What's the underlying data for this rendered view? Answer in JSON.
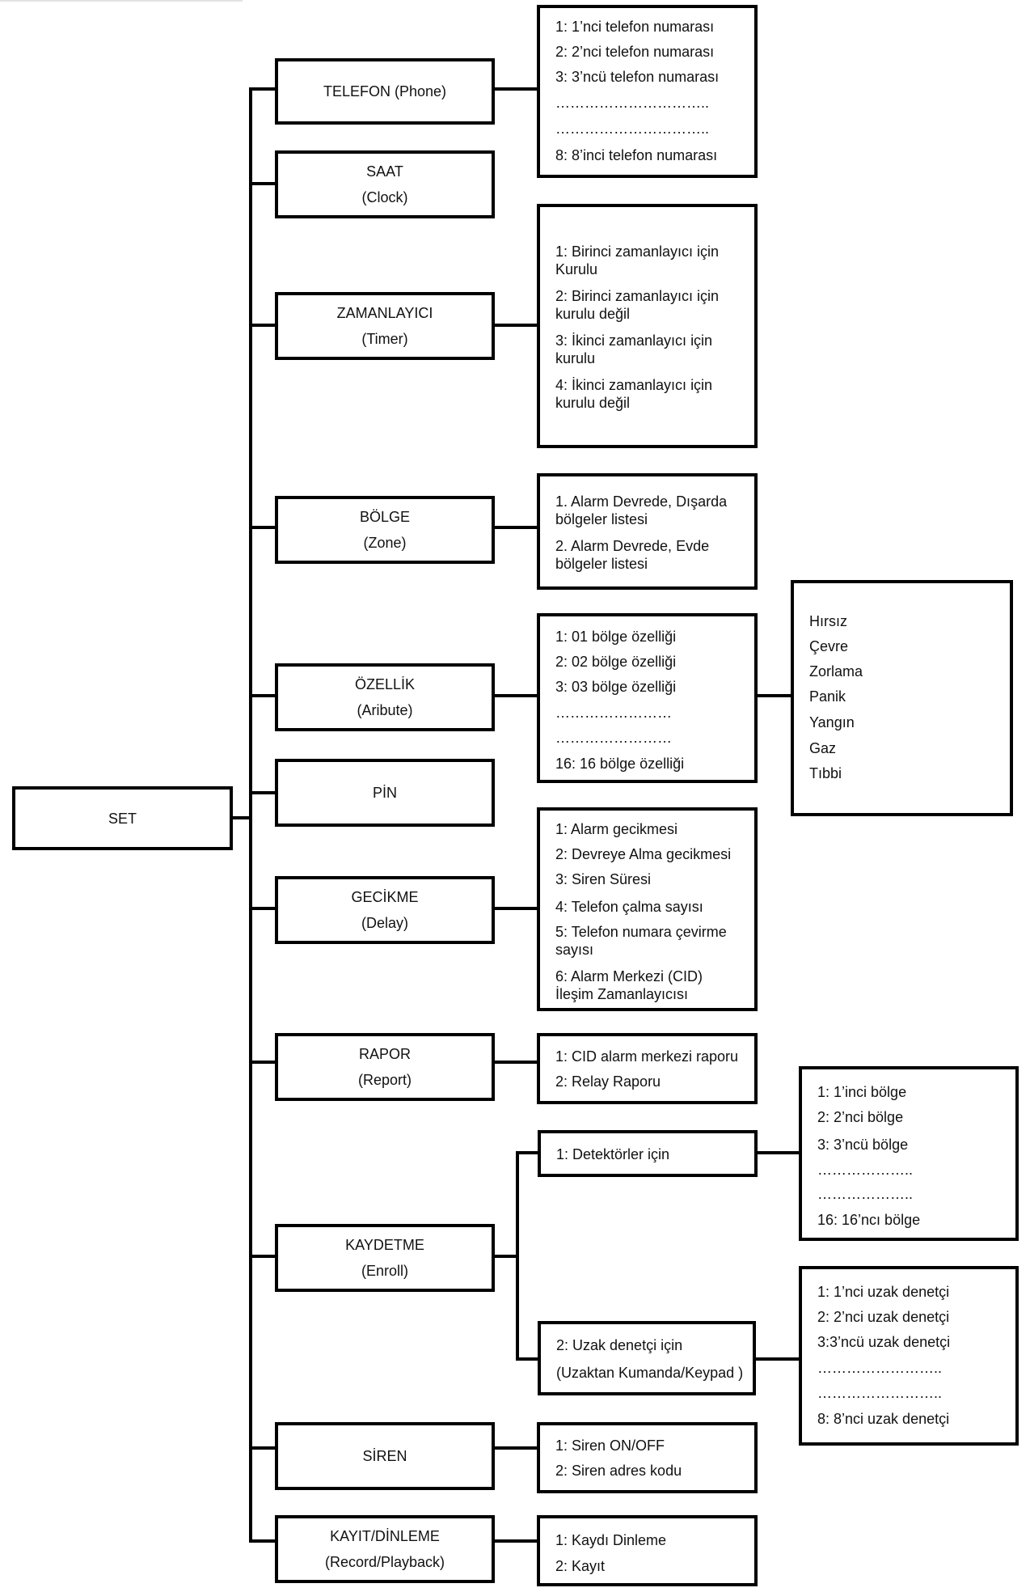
{
  "root": {
    "label": "SET"
  },
  "telefon": {
    "title": "TELEFON (Phone)",
    "items": [
      "1: 1’nci telefon numarası",
      "2: 2’nci telefon numarası",
      "3: 3’ncü telefon numarası",
      "…………………………..",
      "…………………………..",
      "8: 8’inci telefon numarası"
    ]
  },
  "saat": {
    "title": "SAAT",
    "subtitle": "(Clock)"
  },
  "zamanlayici": {
    "title": "ZAMANLAYICI",
    "subtitle": "(Timer)",
    "items": [
      "1: Birinci zamanlayıcı için Kurulu",
      "2: Birinci zamanlayıcı için kurulu değil",
      "3: İkinci zamanlayıcı için kurulu",
      "4: İkinci zamanlayıcı için kurulu değil"
    ]
  },
  "bolge": {
    "title": "BÖLGE",
    "subtitle": "(Zone)",
    "items": [
      "1. Alarm Devrede, Dışarda bölgeler listesi",
      "2. Alarm Devrede, Evde bölgeler listesi"
    ]
  },
  "ozellik": {
    "title": "ÖZELLİK",
    "subtitle": "(Aribute)",
    "items": [
      "1: 01 bölge özelliği",
      "2: 02 bölge özelliği",
      "3: 03 bölge özelliği",
      "……………………",
      "……………………",
      "16: 16 bölge özelliği"
    ],
    "types": [
      "Hırsız",
      "Çevre",
      "Zorlama",
      "Panik",
      "Yangın",
      "Gaz",
      "Tıbbi"
    ]
  },
  "pin": {
    "title": "PİN"
  },
  "gecikme": {
    "title": "GECİKME",
    "subtitle": "(Delay)",
    "items": [
      "1: Alarm gecikmesi",
      "2: Devreye Alma gecikmesi",
      "3: Siren Süresi",
      "4: Telefon çalma sayısı",
      "5: Telefon numara çevirme sayısı",
      "6: Alarm Merkezi (CID) İleşim Zamanlayıcısı"
    ]
  },
  "rapor": {
    "title": "RAPOR",
    "subtitle": "(Report)",
    "items": [
      "1: CID alarm merkezi raporu",
      "2: Relay Raporu"
    ]
  },
  "kaydetme": {
    "title": "KAYDETME",
    "subtitle": "(Enroll)",
    "detector": {
      "label": "1: Detektörler için",
      "items": [
        "1: 1’inci bölge",
        "2: 2’nci bölge",
        "3: 3’ncü bölge",
        "………………..",
        "………………..",
        "16: 16’ncı bölge"
      ]
    },
    "remote": {
      "label": "2: Uzak denetçi için",
      "label2": "(Uzaktan Kumanda/Keypad )",
      "items": [
        "1: 1’nci uzak denetçi",
        "2: 2’nci uzak denetçi",
        "3:3’ncü uzak denetçi",
        "……………………..",
        "……………………..",
        "8: 8’nci uzak denetçi"
      ]
    }
  },
  "siren": {
    "title": "SİREN",
    "items": [
      "1: Siren ON/OFF",
      "2: Siren adres kodu"
    ]
  },
  "kayit": {
    "title": "KAYIT/DİNLEME",
    "subtitle": "(Record/Playback)",
    "items": [
      "1: Kaydı Dinleme",
      "2: Kayıt"
    ]
  }
}
